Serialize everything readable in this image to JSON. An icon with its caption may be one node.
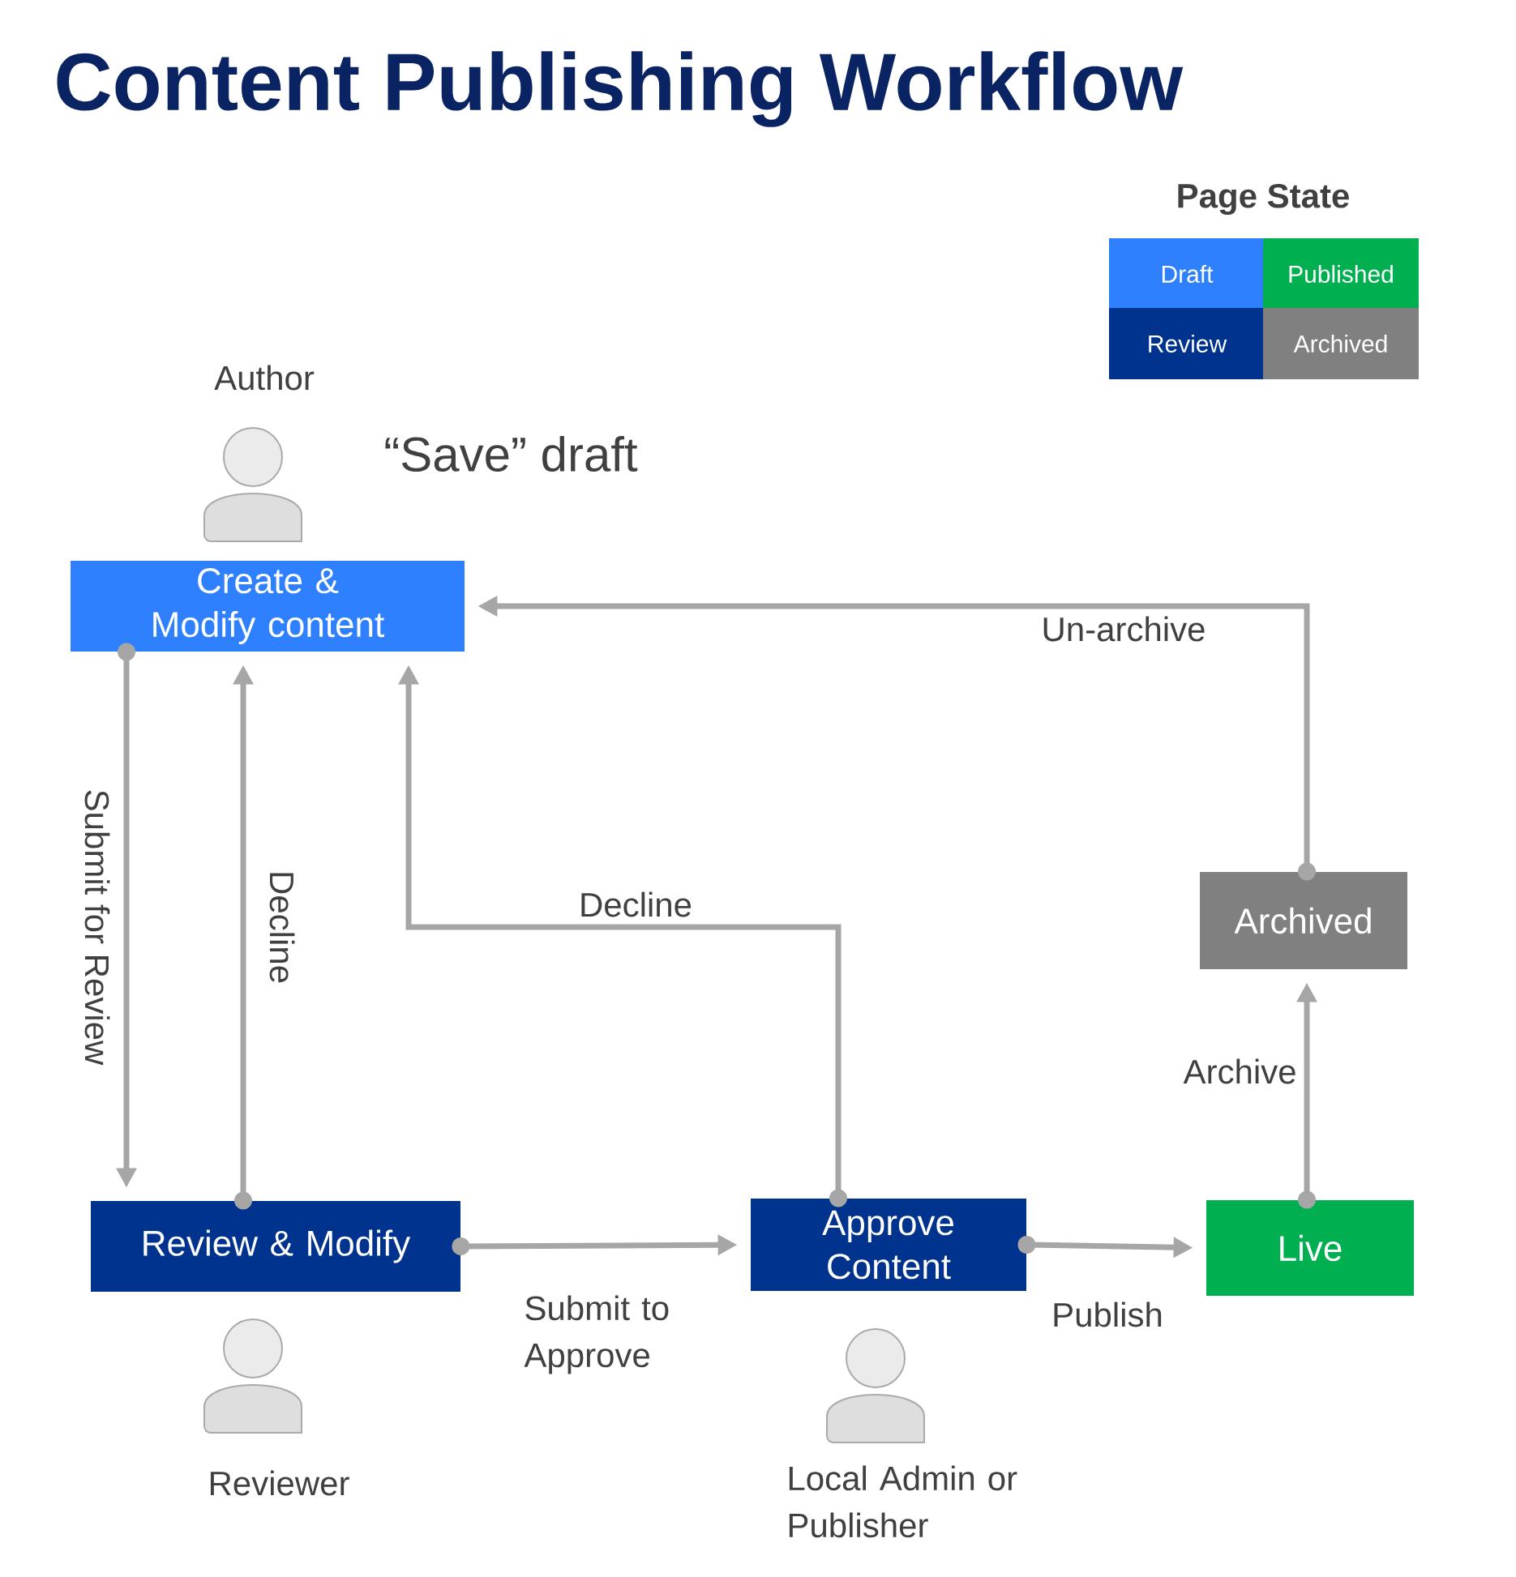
{
  "diagram": {
    "title": "Content Publishing Workflow",
    "nodes": [
      {
        "text": [
          "Create & Modify content"
        ]
      },
      {
        "text": [
          "Review & Modify"
        ]
      },
      {
        "text": [
          "Approve Content"
        ]
      },
      {
        "text": [
          "Live"
        ]
      },
      {
        "text": [
          "Archived"
        ]
      }
    ],
    "edges": [
      {
        "from": 0,
        "to": 1,
        "arrow": "to",
        "label": "Submit for Review"
      },
      {
        "from": 1,
        "to": 0,
        "arrow": "to",
        "label": "Decline"
      },
      {
        "from": 1,
        "to": 2,
        "arrow": "to",
        "label": "Submit to Approve"
      },
      {
        "from": 2,
        "to": 0,
        "arrow": "to",
        "label": "Decline"
      },
      {
        "from": 2,
        "to": 3,
        "arrow": "to",
        "label": "Publish"
      },
      {
        "from": 3,
        "to": 4,
        "arrow": "to",
        "label": "Archive"
      },
      {
        "from": 4,
        "to": 0,
        "arrow": "to",
        "label": "Un-archive"
      }
    ],
    "labels": [
      "Page State",
      "Author",
      "“Save” draft",
      "Reviewer",
      "Local Admin or Publisher"
    ],
    "legend": [
      {
        "text": "Draft",
        "color": "#2f80ff"
      },
      {
        "text": "Published",
        "color": "#00b050"
      },
      {
        "text": "Review",
        "color": "#00338d"
      },
      {
        "text": "Archived",
        "color": "#808080"
      }
    ]
  }
}
